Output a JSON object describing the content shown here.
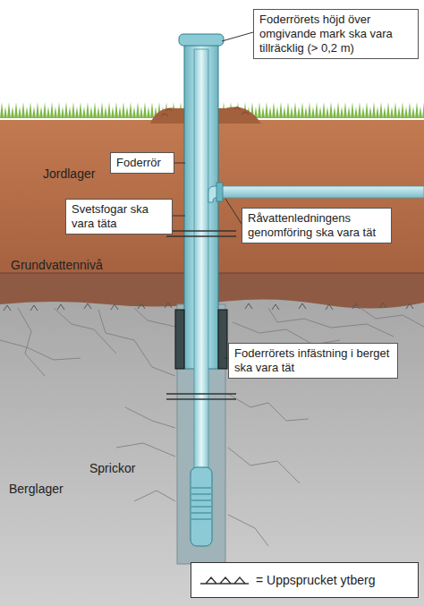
{
  "diagram": {
    "nodes": [
      {
        "text": [
          "Foderrörets höjd över omgivande mark ska vara tillräcklig (> 0,2 m)"
        ]
      },
      {
        "text": [
          "Foderrör"
        ]
      },
      {
        "text": [
          "Svetsfogar ska vara täta"
        ]
      },
      {
        "text": [
          "Råvattenledningens genomföring ska vara tät"
        ]
      },
      {
        "text": [
          "Foderrörets infästning i berget ska vara tät"
        ]
      }
    ],
    "labels": [
      "Jordlager",
      "Grundvattennivå",
      "Sprickor",
      "Berglager"
    ],
    "legend": [
      {
        "text": "= Uppsprucket ytberg"
      }
    ]
  }
}
